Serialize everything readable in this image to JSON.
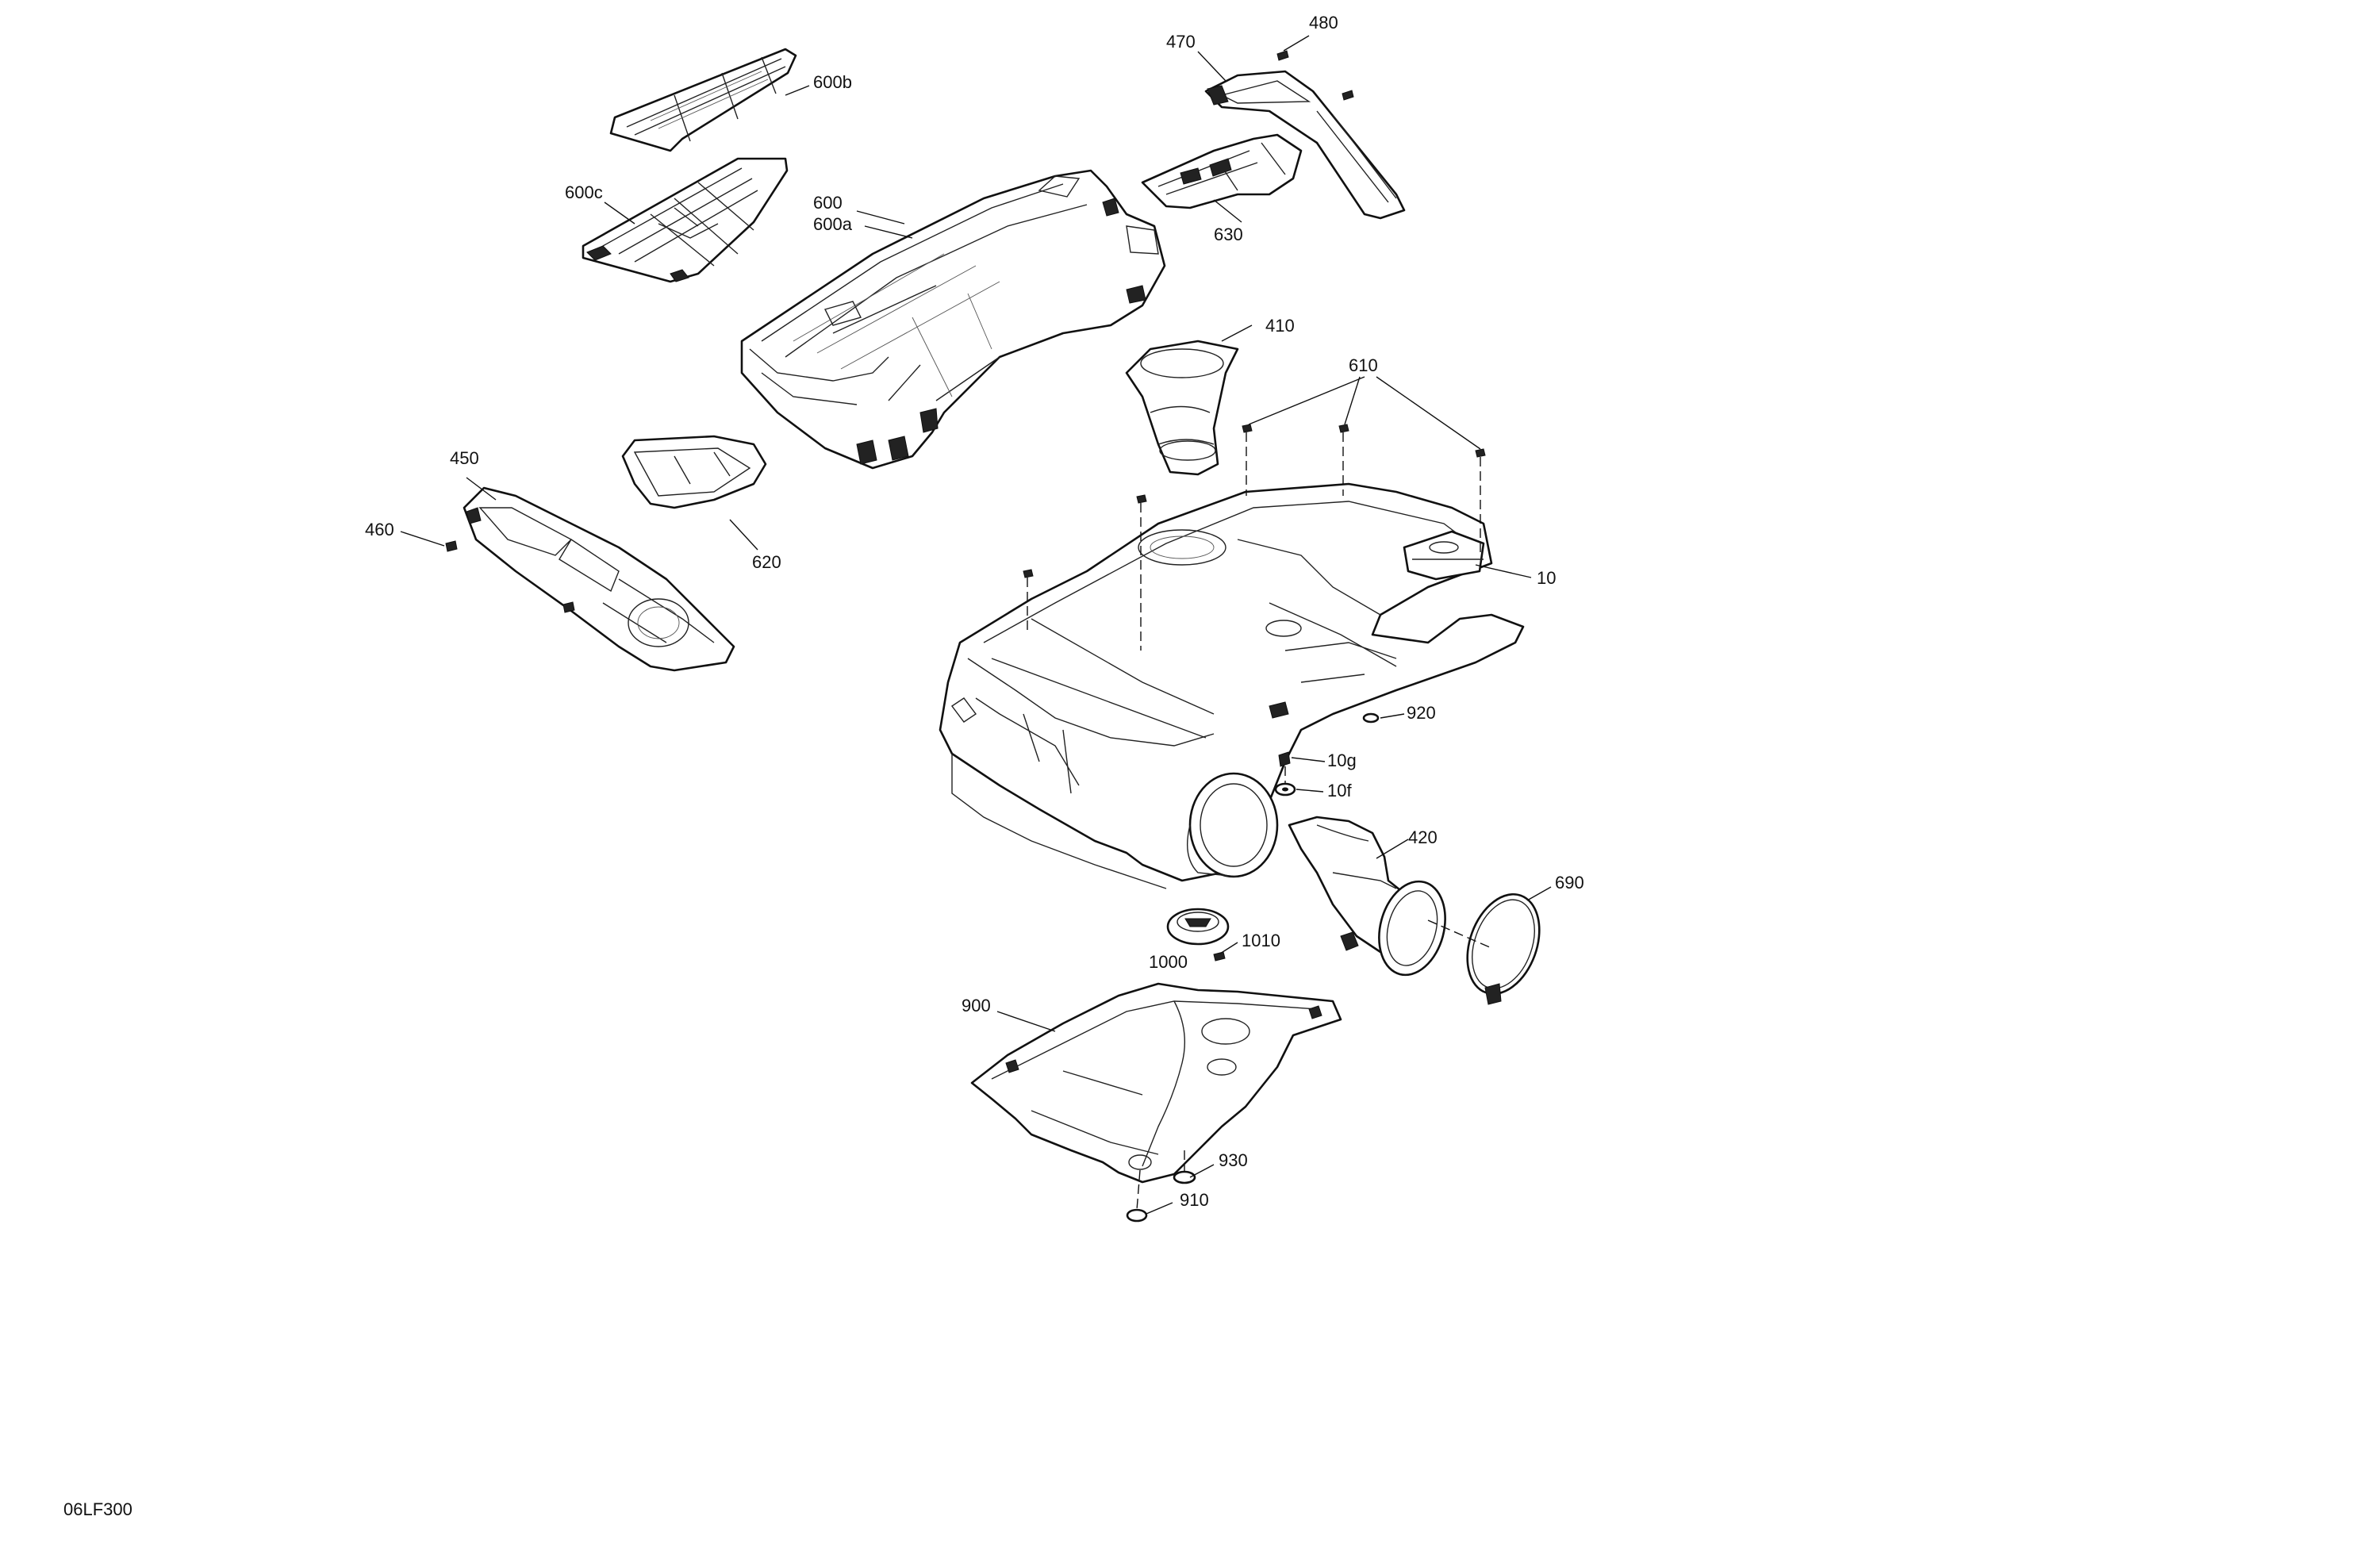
{
  "diagram": {
    "drawing_code": "06LF300",
    "callouts": [
      "470",
      "480",
      "600b",
      "600c",
      "600",
      "600a",
      "630",
      "410",
      "610",
      "450",
      "460",
      "620",
      "10",
      "920",
      "10g",
      "10f",
      "420",
      "690",
      "1010",
      "1000",
      "900",
      "930",
      "910"
    ]
  }
}
